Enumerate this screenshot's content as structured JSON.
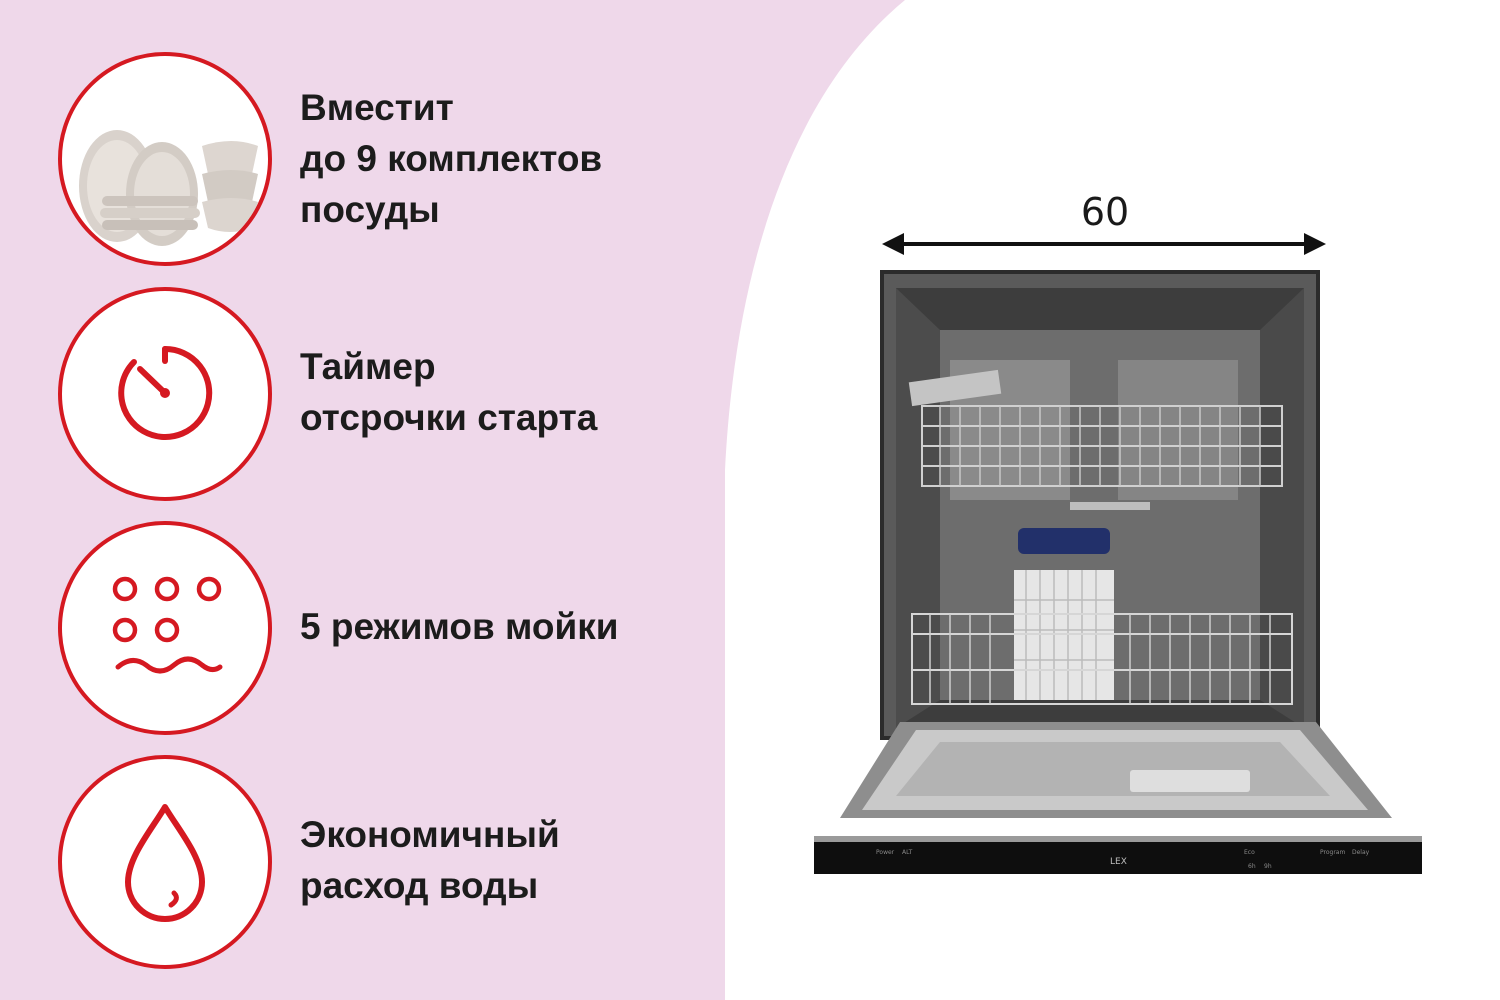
{
  "colors": {
    "accent": "#d51921",
    "left_background": "#efd8ea",
    "text": "#1c1c1c"
  },
  "features": [
    {
      "icon": "dishes-photo",
      "lines": [
        "Вместит",
        "до 9 комплектов",
        "посуды"
      ]
    },
    {
      "icon": "timer-icon",
      "lines": [
        "Таймер",
        "отсрочки старта"
      ]
    },
    {
      "icon": "modes-icon",
      "lines": [
        "5 режимов мойки"
      ]
    },
    {
      "icon": "water-drop-icon",
      "lines": [
        "Экономичный",
        "расход воды"
      ]
    }
  ],
  "product": {
    "width_label": "60",
    "brand": "LEX",
    "panel_labels": [
      "Power",
      "ALT",
      "Eco",
      "6h",
      "9h",
      "Program",
      "Delay"
    ]
  }
}
